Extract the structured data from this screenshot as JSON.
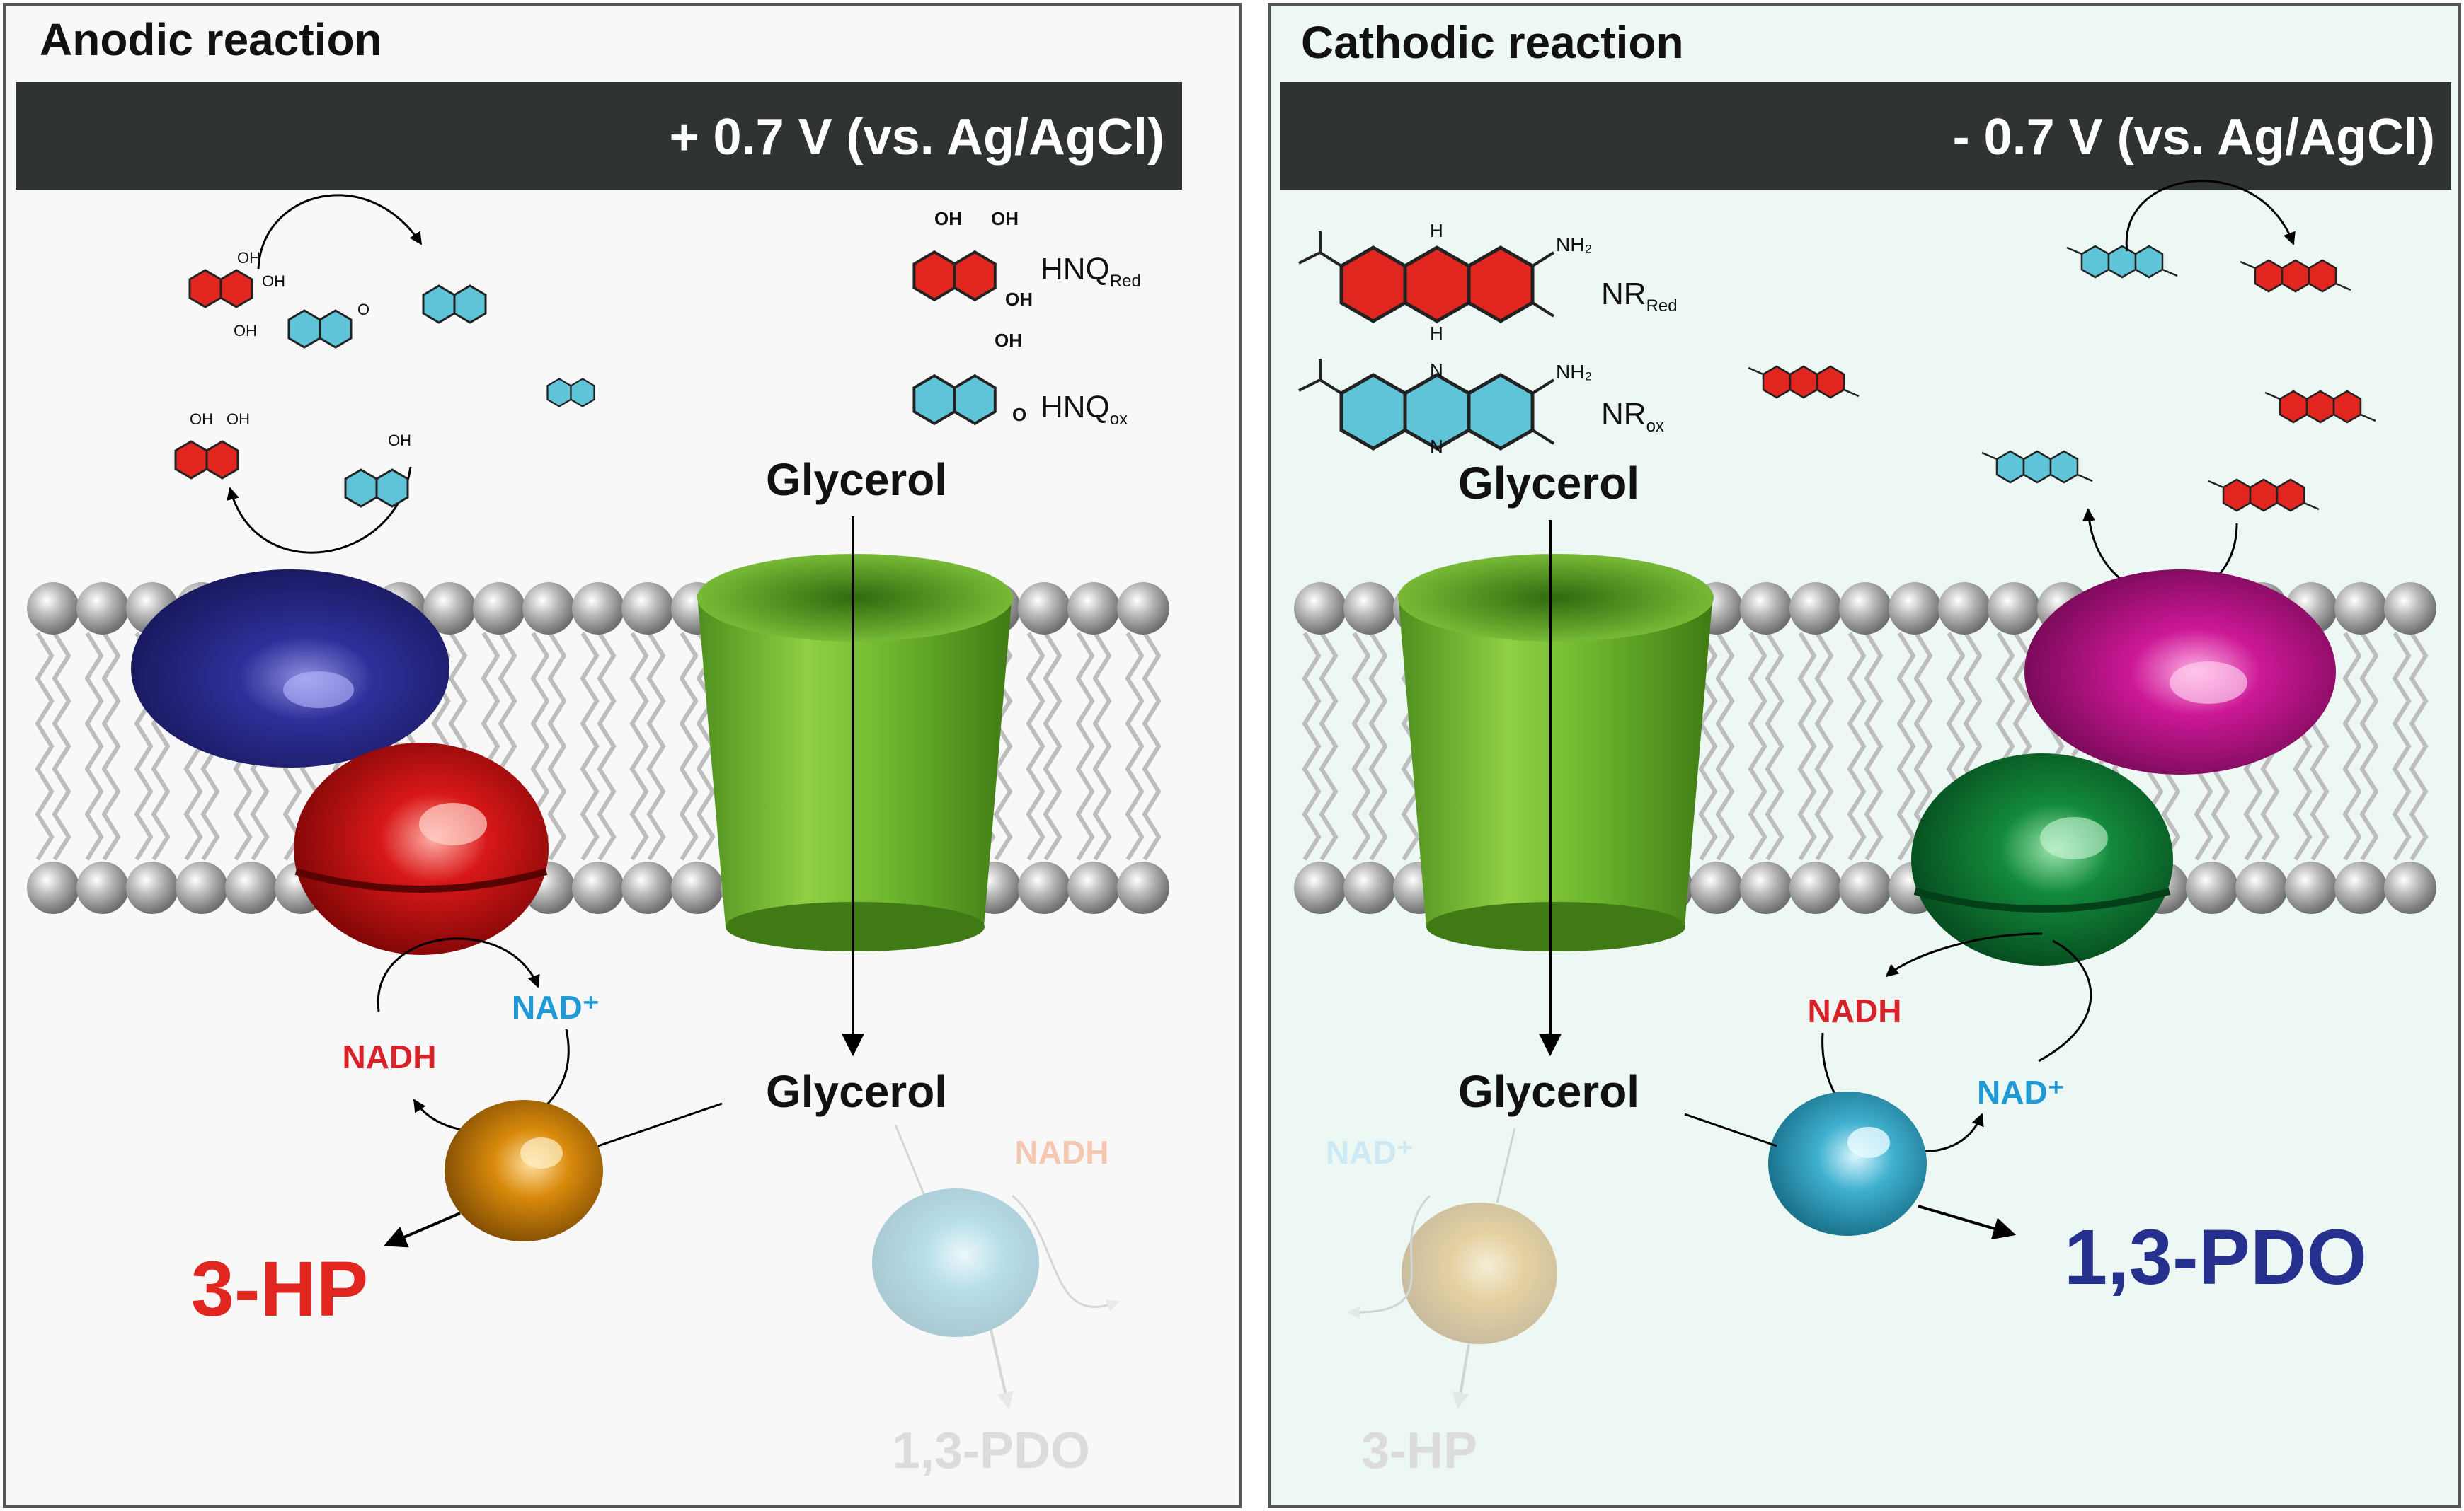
{
  "left_panel": {
    "title": "Anodic reaction",
    "potential": "+ 0.7 V (vs. Ag/AgCl)",
    "legend": [
      {
        "label": "HNQ",
        "subscript": "Red"
      },
      {
        "label": "HNQ",
        "subscript": "ox"
      }
    ],
    "substrate_top": "Glycerol",
    "substrate_bottom": "Glycerol",
    "cofactor_reduced": "NADH",
    "cofactor_oxidized": "NAD⁺",
    "faded_cofactor": "NADH",
    "main_product": "3-HP",
    "faded_product": "1,3-PDO",
    "atom_labels": {
      "oh": "OH",
      "o": "O"
    }
  },
  "right_panel": {
    "title": "Cathodic reaction",
    "potential": "- 0.7 V (vs. Ag/AgCl)",
    "legend": [
      {
        "label": "NR",
        "subscript": "Red"
      },
      {
        "label": "NR",
        "subscript": "ox"
      }
    ],
    "substrate_top": "Glycerol",
    "substrate_bottom": "Glycerol",
    "cofactor_reduced": "NADH",
    "cofactor_oxidized": "NAD⁺",
    "faded_cofactor": "NAD⁺",
    "main_product": "1,3-PDO",
    "faded_product": "3-HP",
    "atom_labels": {
      "nh": "H",
      "n": "N",
      "nh2": "NH₂"
    }
  },
  "colors": {
    "left_bg": "#f8f8f8",
    "right_bg": "#edf7f3",
    "banner": "#2f3332",
    "reduced": "#e0261f",
    "oxidized": "#5fc4d8",
    "product_left": "#e0261f",
    "product_right": "#26318f",
    "nadh": "#d8222a",
    "nad": "#1f9ad6"
  }
}
